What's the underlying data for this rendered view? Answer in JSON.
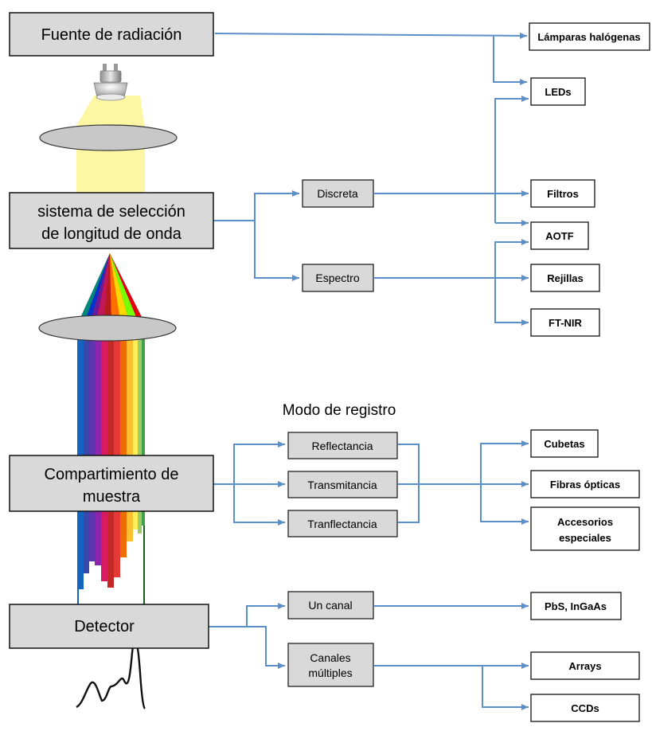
{
  "main_boxes": {
    "fuente": "Fuente de radiación",
    "sistema_line1": "sistema de selección",
    "sistema_line2": "de longitud de onda",
    "compartimiento_line1": "Compartimiento de",
    "compartimiento_line2": "muestra",
    "detector": "Detector"
  },
  "middle_boxes": {
    "discreta": "Discreta",
    "espectro": "Espectro",
    "reflectancia": "Reflectancia",
    "transmitancia": "Transmitancia",
    "tranflectancia": "Tranflectancia",
    "un_canal": "Un canal",
    "canales_line1": "Canales",
    "canales_line2": "múltiples"
  },
  "right_boxes": {
    "lamparas": "Lámparas halógenas",
    "leds": "LEDs",
    "filtros": "Filtros",
    "aotf": "AOTF",
    "rejillas": "Rejillas",
    "ftnir": "FT-NIR",
    "cubetas": "Cubetas",
    "fibras": "Fibras ópticas",
    "accesorios_line1": "Accesorios",
    "accesorios_line2": "especiales",
    "pbs": "PbS, InGaAs",
    "arrays": "Arrays",
    "ccds": "CCDs"
  },
  "section_label": "Modo de registro",
  "colors": {
    "arrow": "#5b8fc9",
    "main_box_fill": "#d9d9d9",
    "mid_box_fill": "#d9d9d9",
    "light_beam": "#fdf6a3",
    "lens_fill": "#c8c8c8"
  }
}
